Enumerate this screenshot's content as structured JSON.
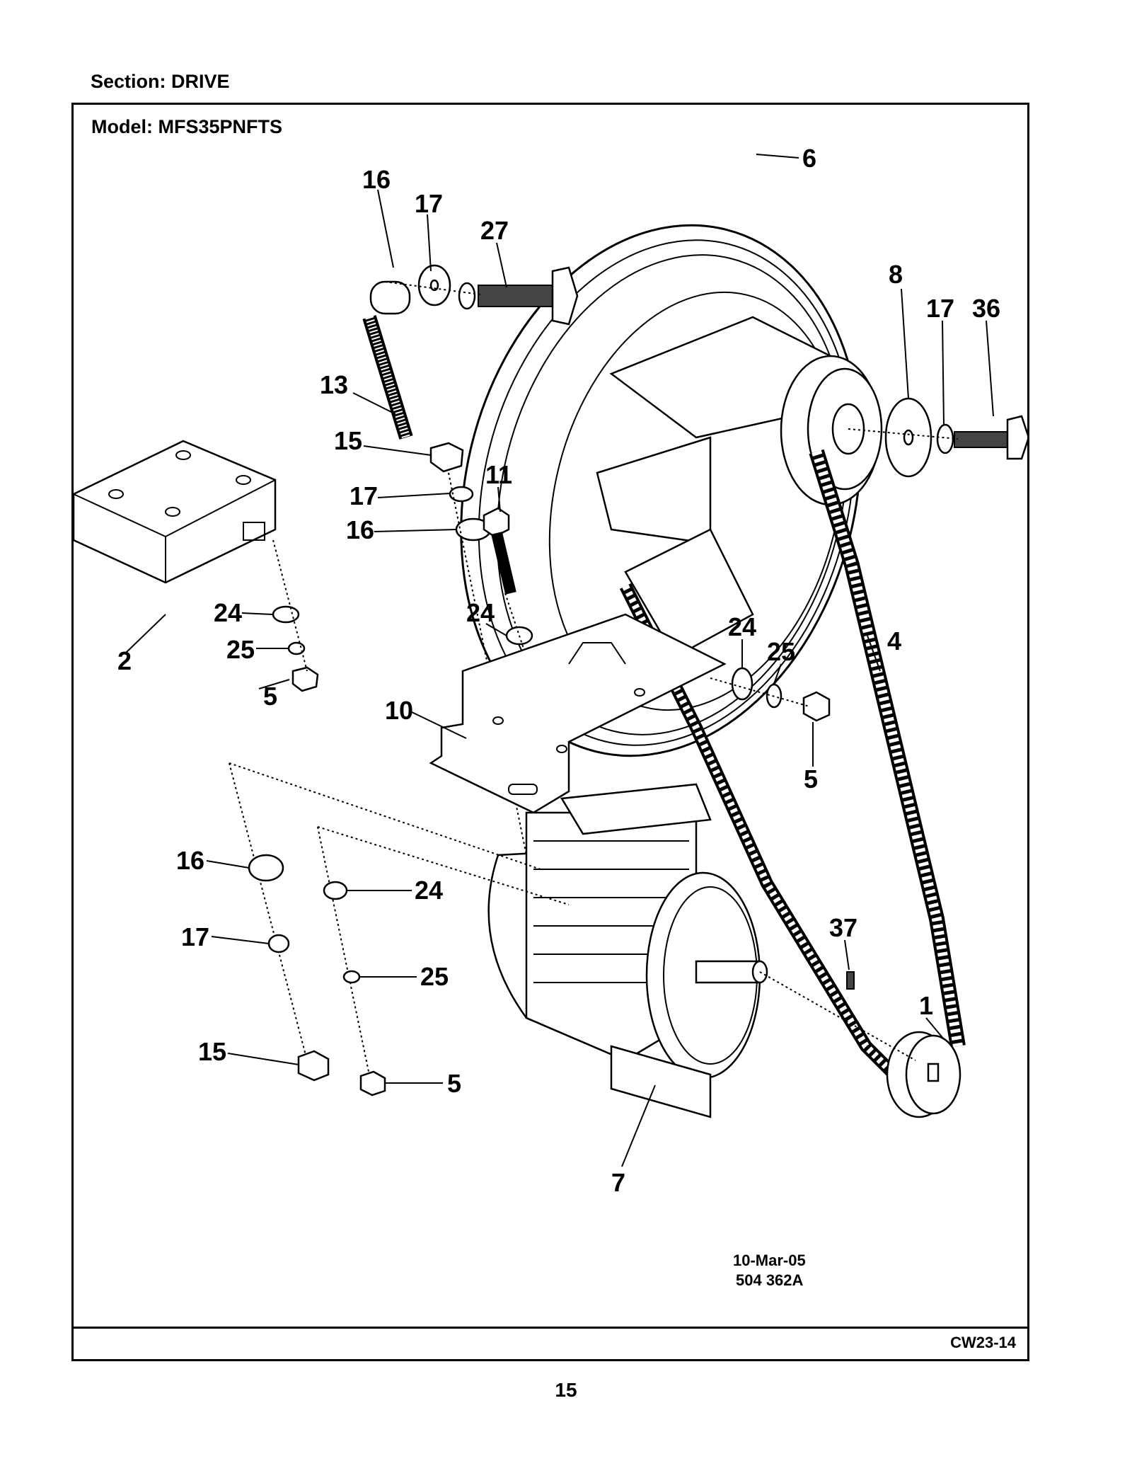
{
  "header": {
    "section": "Section:  DRIVE"
  },
  "frame": {
    "model": "Model:  MFS35PNFTS",
    "doc_code": "CW23-14"
  },
  "drawing": {
    "date": "10-Mar-05",
    "drawing_number": "504 362A",
    "callouts": [
      "6",
      "16",
      "17",
      "27",
      "8",
      "17",
      "36",
      "13",
      "15",
      "11",
      "17",
      "16",
      "24",
      "2",
      "25",
      "5",
      "24",
      "24",
      "25",
      "4",
      "10",
      "5",
      "16",
      "24",
      "17",
      "25",
      "37",
      "1",
      "15",
      "5",
      "7"
    ]
  },
  "page": {
    "number": "15"
  }
}
